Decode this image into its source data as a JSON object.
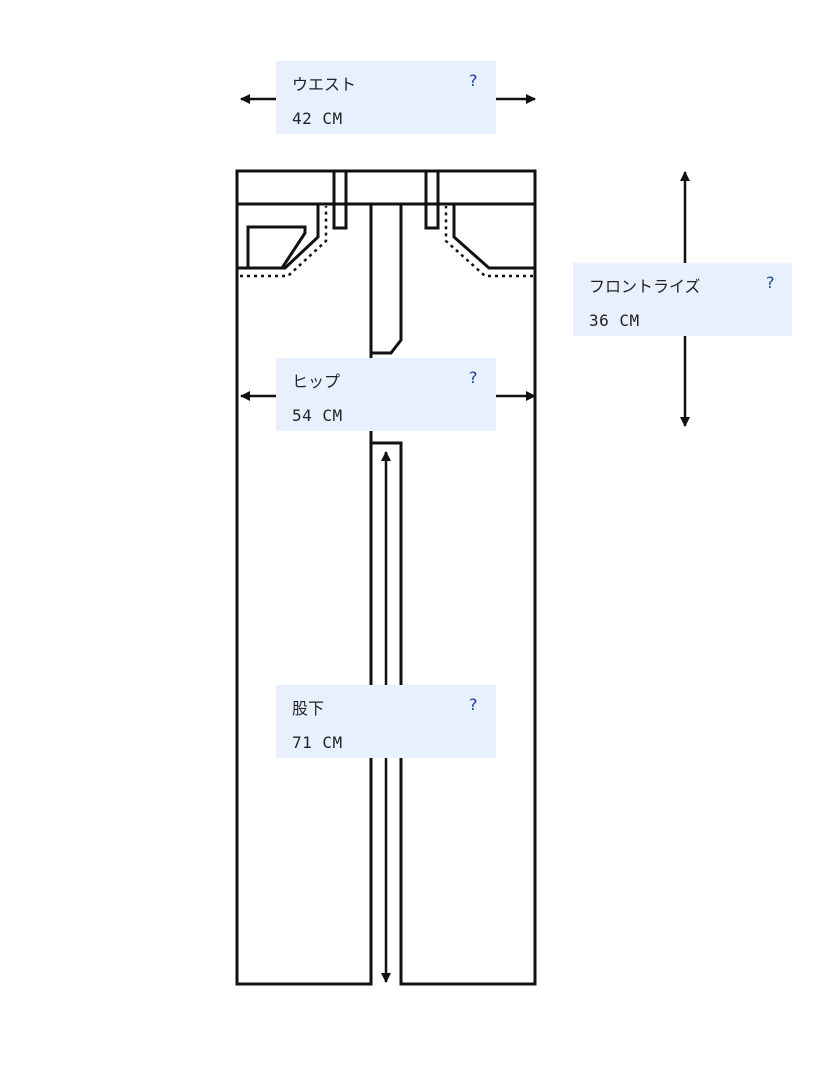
{
  "measurements": {
    "waist": {
      "label": "ウエスト",
      "value": "42 CM",
      "help": "?"
    },
    "hip": {
      "label": "ヒップ",
      "value": "54 CM",
      "help": "?"
    },
    "inseam": {
      "label": "股下",
      "value": "71 CM",
      "help": "?"
    },
    "rise": {
      "label": "フロントライズ",
      "value": "36 CM",
      "help": "?"
    }
  },
  "colors": {
    "box_background": "#e8f0fd",
    "help_mark": "#1a3f9c",
    "outline": "#111111"
  },
  "icons": {
    "help": "question-mark-icon",
    "arrow": "double-arrow-icon"
  }
}
